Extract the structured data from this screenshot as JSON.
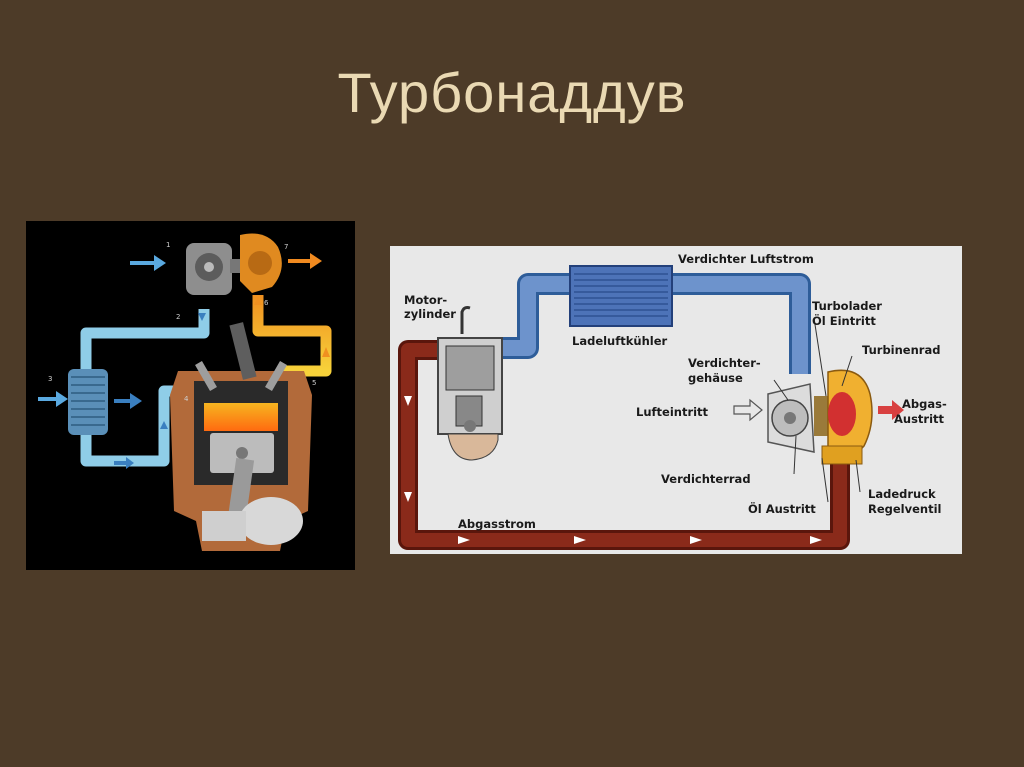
{
  "slide": {
    "title": "Турбонаддув"
  },
  "left_diagram": {
    "numbers": [
      "1",
      "2",
      "3",
      "4",
      "5",
      "6",
      "7"
    ]
  },
  "right_diagram": {
    "labels": {
      "verdichter_luftstrom": "Verdichter Luftstrom",
      "motor": "Motor-",
      "zylinder": "zylinder",
      "ladeluftkuehler": "Ladeluftkühler",
      "turbolader": "Turbolader",
      "oel_eintritt": "Öl Eintritt",
      "turbinenrad": "Turbinenrad",
      "verdichter": "Verdichter-",
      "gehaeuse": "gehäuse",
      "lufteintritt": "Lufteintritt",
      "abgas": "Abgas-",
      "austritt": "Austritt",
      "verdichterrad": "Verdichterrad",
      "ladedruck": "Ladedruck",
      "regelventil": "Regelventil",
      "oel_austritt": "Öl Austritt",
      "abgasstrom": "Abgasstrom"
    }
  },
  "colors": {
    "background": "#4d3b28",
    "title": "#ead9b3",
    "cold_air": "#5aa9e0",
    "hot_gas": "#f0a020",
    "exhaust_pipe": "#8a2a1a"
  }
}
